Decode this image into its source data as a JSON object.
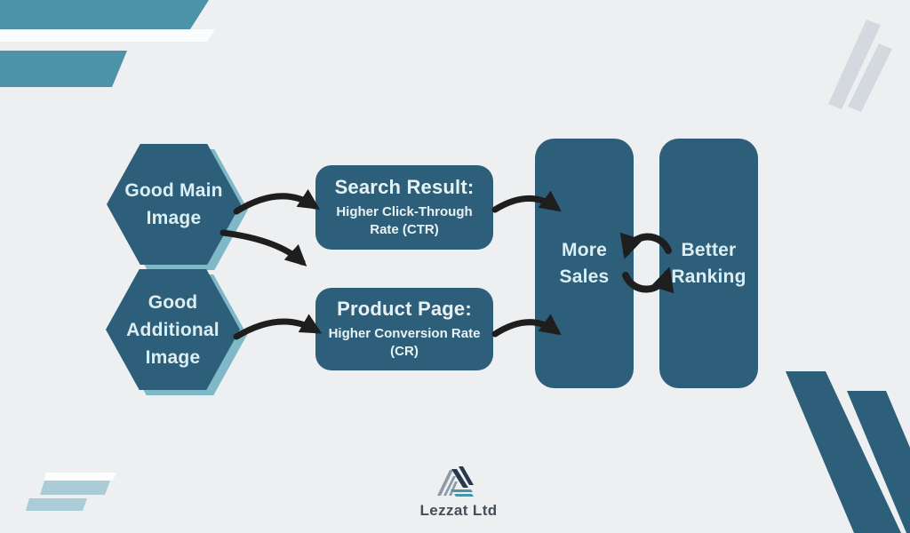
{
  "colors": {
    "background": "#edeff1",
    "node_fill": "#2d5f7a",
    "node_text": "#dceef2",
    "hex_shadow": "#7fb9c7",
    "stripe_teal": "#4d93a7",
    "stripe_light_blue": "#a9ccd7",
    "stripe_light_gray": "#d3d9de",
    "arrow_black": "#1e1e1e",
    "logo_navy": "#273a4d",
    "logo_slate": "#8d99a3",
    "logo_teal": "#4d93a8",
    "brand_text": "#454f59"
  },
  "flow": {
    "inputs": [
      {
        "lines": [
          "Good Main",
          "Image"
        ]
      },
      {
        "lines": [
          "Good",
          "Additional",
          "Image"
        ]
      }
    ],
    "effects": [
      {
        "title": "Search Result:",
        "subtitle": "Higher Click-Through Rate (CTR)"
      },
      {
        "title": "Product Page:",
        "subtitle": "Higher Conversion Rate (CR)"
      }
    ],
    "outcomes": [
      {
        "lines": [
          "More",
          "Sales"
        ]
      },
      {
        "lines": [
          "Better",
          "Ranking"
        ]
      }
    ]
  },
  "footer": {
    "brand": "Lezzat Ltd"
  }
}
